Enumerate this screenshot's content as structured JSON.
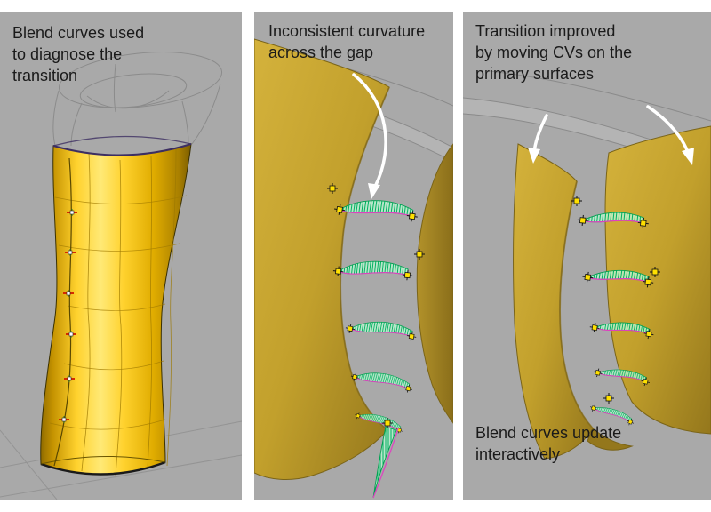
{
  "figure_title": "Blend curve surface transition tutorial",
  "colors": {
    "panel_bg": "#a9a9a9",
    "caption_text": "#1a1a1a",
    "comb_green": "#00a050",
    "curve_magenta": "#e040c0",
    "marker_yellow": "#ffe000",
    "marker_red": "#d42a00",
    "arrow_white": "#ffffff",
    "wireframe_gray": "#8a8a8a",
    "surface_gold_bright": "#ffd22e",
    "surface_gold_olive": "#c2a02c"
  },
  "panels": {
    "left": {
      "caption": "Blend curves used\nto diagnose the\ntransition"
    },
    "middle": {
      "caption": "Inconsistent curvature\nacross the gap"
    },
    "right": {
      "caption_top": "Transition improved\nby moving CVs on the\nprimary surfaces",
      "caption_bottom": "Blend curves update\ninteractively"
    }
  }
}
